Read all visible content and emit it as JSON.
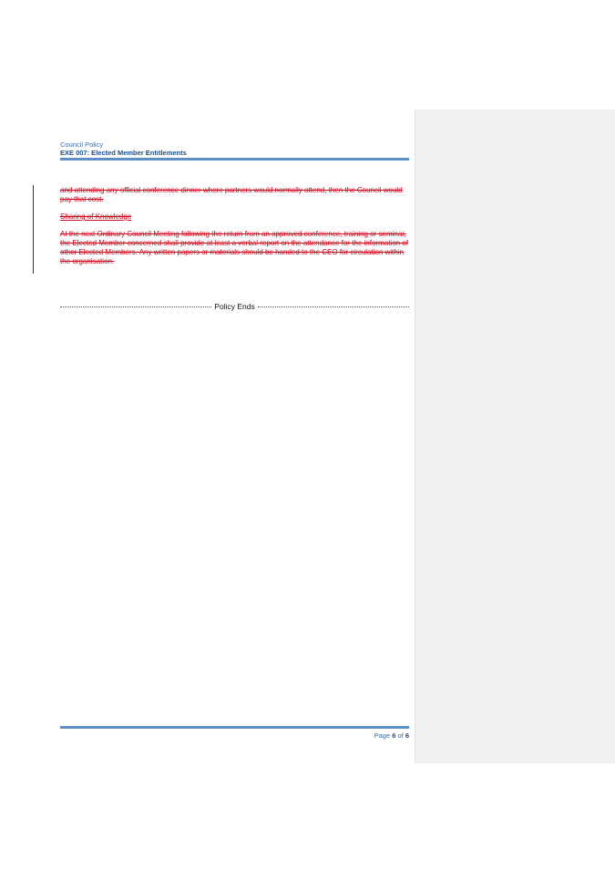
{
  "header": {
    "line1": "Council Policy",
    "line2": "EXE 007: Elected Member Entitlements"
  },
  "body": {
    "paragraph1": "and attending any official conference dinner where partners would normally attend, then the Council would pay that cost.",
    "heading": "Sharing of Knowledge",
    "paragraph2": "At the next Ordinary Council Meeting following the return from an approved conference, training or seminar, the Elected Member concerned shall provide at least a verbal report on the attendance for the information of other Elected Members. Any written papers or materials should be handed to the CEO for circulation within the organisation."
  },
  "policy_end_label": "Policy Ends",
  "footer": {
    "page_word": "Page",
    "page_current": "6",
    "of_word": "of",
    "page_total": "6"
  },
  "colors": {
    "header_blue": "#3c6fa9",
    "rule_blue": "#5b8fc6",
    "deleted_text_red": "#d0021b",
    "comment_pane_gray": "#f0f0f0"
  }
}
